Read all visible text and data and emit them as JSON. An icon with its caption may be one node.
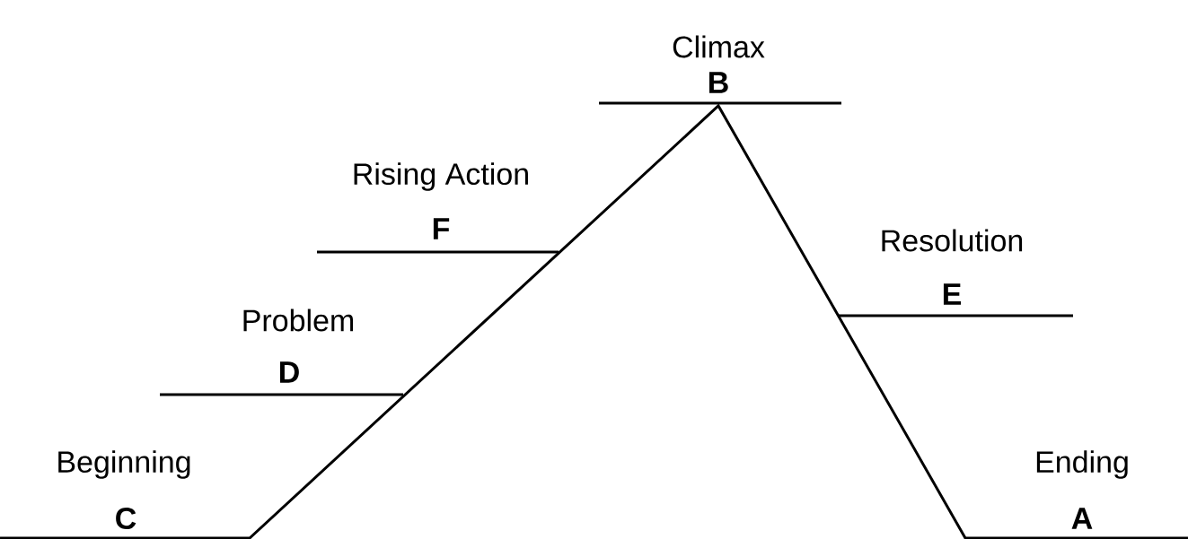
{
  "diagram": {
    "labels": [
      "Climax",
      "B",
      "Rising Action",
      "F",
      "Resolution",
      "E",
      "Problem",
      "D",
      "Beginning",
      "Ending",
      "C",
      "A"
    ]
  }
}
